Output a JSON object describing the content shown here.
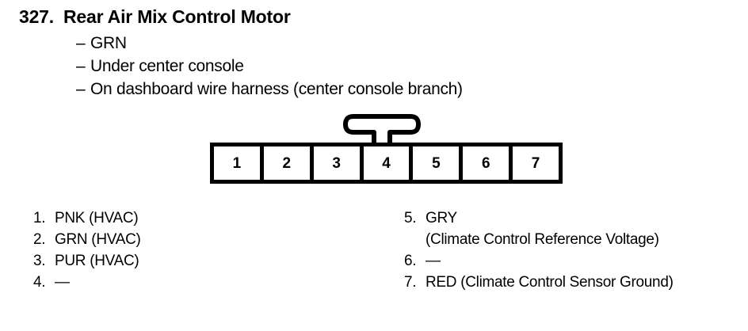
{
  "heading": {
    "number": "327.",
    "title": "Rear Air Mix Control Motor"
  },
  "notes": [
    {
      "dash": "–",
      "text": "GRN"
    },
    {
      "dash": "–",
      "text": "Under center console"
    },
    {
      "dash": "–",
      "text": "On dashboard wire harness (center console branch)"
    }
  ],
  "connector": {
    "pins": [
      "1",
      "2",
      "3",
      "4",
      "5",
      "6",
      "7"
    ],
    "latch_over_pin": "4",
    "latch_icon": "connector-latch-tab-icon",
    "line_color": "#000000",
    "fill_color": "#ffffff"
  },
  "legend": {
    "left": [
      {
        "index": "1.",
        "text": "PNK (HVAC)"
      },
      {
        "index": "2.",
        "text": "GRN (HVAC)"
      },
      {
        "index": "3.",
        "text": "PUR (HVAC)"
      },
      {
        "index": "4.",
        "text": "—"
      }
    ],
    "right": [
      {
        "index": "5.",
        "text": "GRY",
        "sub": "(Climate Control Reference Voltage)"
      },
      {
        "index": "6.",
        "text": "—"
      },
      {
        "index": "7.",
        "text": "RED (Climate Control Sensor Ground)"
      }
    ]
  }
}
